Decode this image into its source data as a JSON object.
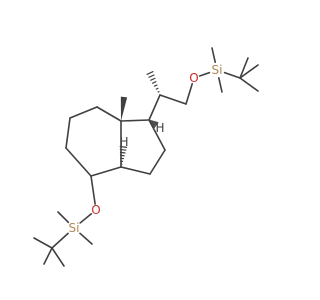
{
  "molecule": {
    "atoms": [
      {
        "id": "O1",
        "symbol": "O",
        "color": "#cc2a2a"
      },
      {
        "id": "Si1",
        "symbol": "Si",
        "color": "#b08a55"
      },
      {
        "id": "O2",
        "symbol": "O",
        "color": "#cc2a2a"
      },
      {
        "id": "Si2",
        "symbol": "Si",
        "color": "#b08a55"
      },
      {
        "id": "H1",
        "symbol": "H",
        "color": "#404040"
      },
      {
        "id": "H2",
        "symbol": "H",
        "color": "#404040"
      },
      {
        "id": "H3",
        "symbol": "H",
        "color": "#404040"
      }
    ],
    "bond_color": "#404040"
  }
}
